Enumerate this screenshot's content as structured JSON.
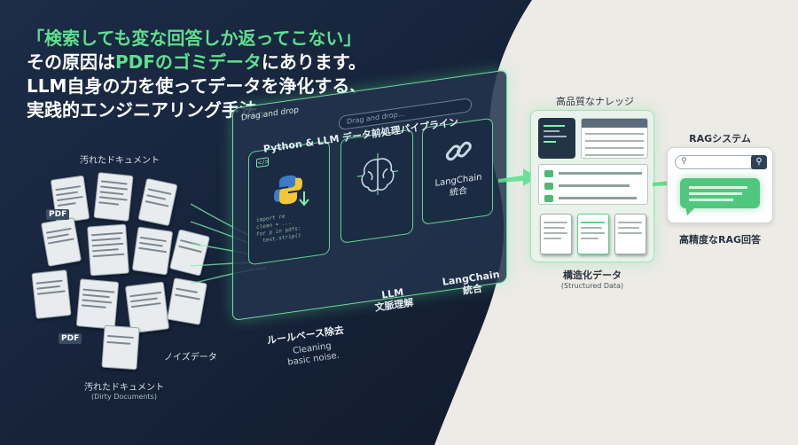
{
  "headline": {
    "line1": "「検索しても変な回答しか返ってこない」",
    "line2_pre": "その原因は",
    "line2_hl": "PDFのゴミデータ",
    "line2_post": "にあります。",
    "line3": "LLM自身の力を使ってデータを浄化する、",
    "line4": "実践的エンジニアリング手法。"
  },
  "left": {
    "top_label": "汚れたドキュメント",
    "pdf_badge": "PDF",
    "noise_label": "ノイズデータ",
    "bottom_label": "汚れたドキュメント",
    "bottom_sub": "(Dirty Documents)"
  },
  "pipeline": {
    "title": "Python & LLM データ前処理パイプライン",
    "search_placeholder": "Drag and drop...",
    "tab_label": "Drag and drop",
    "stage1_label": "ルールベース除去",
    "stage1_sub": "Cleaning\nbasic noise.",
    "stage2_label": "LLM\n文脈理解",
    "stage3_inner": "LangChain\n統合",
    "stage3_label": "LangChain\n統合",
    "code_snippet": "import re\nclean = ...\nfor p in pdfs:\n  text.strip()"
  },
  "knowledge": {
    "top_label": "高品質なナレッジ",
    "bottom_label": "構造化データ",
    "bottom_sub": "(Structured Data)"
  },
  "rag": {
    "title": "RAGシステム",
    "bottom_label": "高精度なRAG回答"
  },
  "colors": {
    "navy": "#16233a",
    "accent_green": "#4fdb86",
    "cream": "#ecebe6"
  }
}
